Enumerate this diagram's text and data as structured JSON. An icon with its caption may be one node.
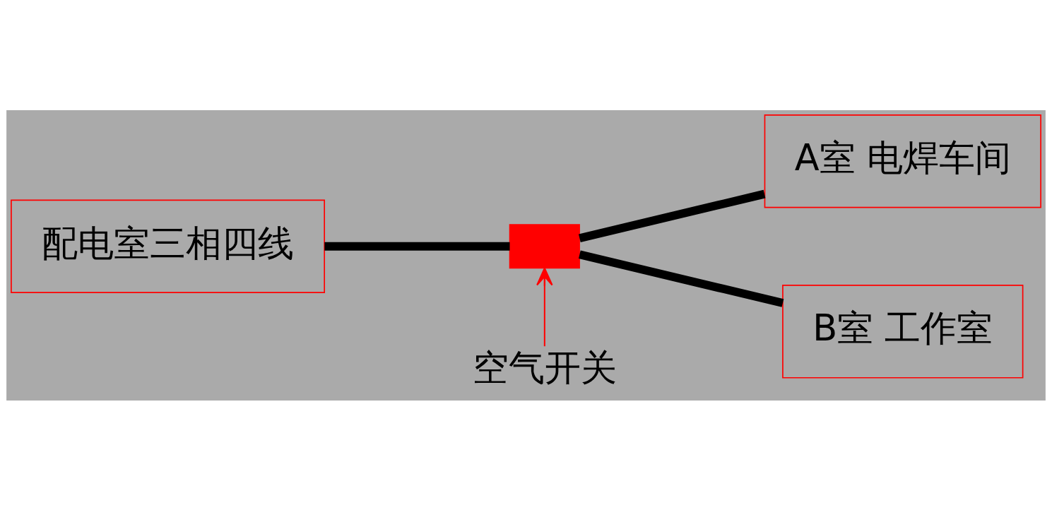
{
  "diagram": {
    "nodes": [
      {
        "text": [
          "配电室三相四线"
        ]
      },
      {
        "text": [],
        "shape": "box"
      },
      {
        "text": [
          "A室 电焊车间"
        ]
      },
      {
        "text": [
          "B室 工作室"
        ]
      },
      {
        "text": [
          "空气开关"
        ]
      }
    ],
    "edges": [
      {
        "from": 0,
        "to": 1,
        "arrow": "none"
      },
      {
        "from": 1,
        "to": 2,
        "arrow": "none"
      },
      {
        "from": 1,
        "to": 3,
        "arrow": "none"
      },
      {
        "from": 4,
        "to": 1,
        "arrow": "to",
        "color": "#ff0000"
      }
    ]
  }
}
